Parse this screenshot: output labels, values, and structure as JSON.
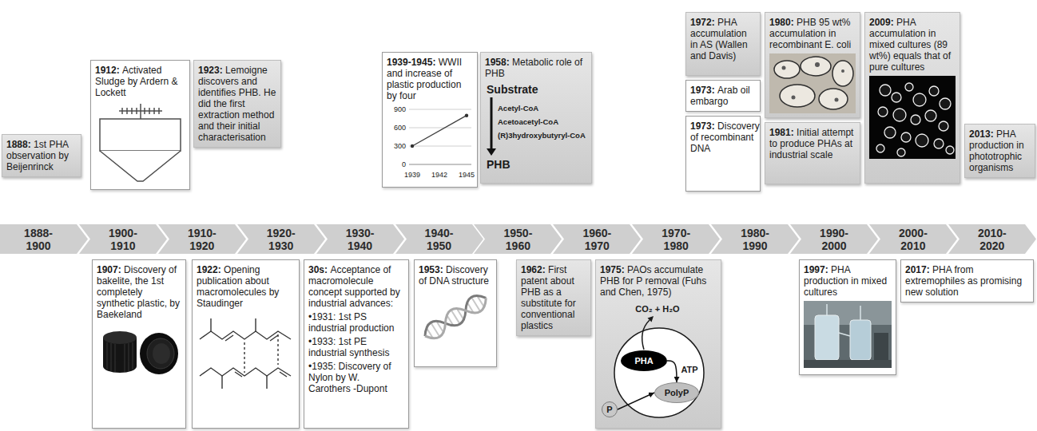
{
  "diagram": {
    "nodes": [
      {
        "text": [
          "1888:",
          "1st PHA observation by Beijenrinck"
        ]
      },
      {
        "text": [
          "1912:",
          "Activated Sludge by Ardern & Lockett"
        ]
      },
      {
        "text": [
          "1923:",
          "Lemoigne discovers and identifies PHB. He did the first extraction method and their initial characterisation"
        ]
      },
      {
        "text": [
          "1939-1945:",
          "WWII and increase of plastic production by four"
        ]
      },
      {
        "text": [
          "1958:",
          "Metabolic role of PHB"
        ]
      },
      {
        "text": [
          "1972:",
          "PHA accumulation in AS (Wallen and Davis)"
        ]
      },
      {
        "text": [
          "1973:",
          "Arab oil embargo"
        ]
      },
      {
        "text": [
          "1973:",
          "Discovery of recombinant DNA"
        ]
      },
      {
        "text": [
          "1980:",
          "PHB 95 wt% accumulation in recombinant E. coli"
        ]
      },
      {
        "text": [
          "1981:",
          "Initial attempt to produce PHAs at industrial scale"
        ]
      },
      {
        "text": [
          "2009:",
          "PHA accumulation in mixed cultures (89 wt%) equals that of pure cultures"
        ]
      },
      {
        "text": [
          "2013:",
          "PHA production in phototrophic organisms"
        ]
      },
      {
        "text": [
          "1888-1900"
        ]
      },
      {
        "text": [
          "1900-1910"
        ]
      },
      {
        "text": [
          "1910-1920"
        ]
      },
      {
        "text": [
          "1920-1930"
        ]
      },
      {
        "text": [
          "1930-1940"
        ]
      },
      {
        "text": [
          "1940-1950"
        ]
      },
      {
        "text": [
          "1950-1960"
        ]
      },
      {
        "text": [
          "1960-1970"
        ]
      },
      {
        "text": [
          "1970-1980"
        ]
      },
      {
        "text": [
          "1980-1990"
        ]
      },
      {
        "text": [
          "1990-2000"
        ]
      },
      {
        "text": [
          "2000-2010"
        ]
      },
      {
        "text": [
          "2010-2020"
        ]
      },
      {
        "text": [
          "1907:",
          "Discovery of bakelite, the 1st completely synthetic plastic, by Baekeland"
        ]
      },
      {
        "text": [
          "1922:",
          "Opening publication about macromolecules by Staudinger"
        ]
      },
      {
        "text": [
          "30s:",
          "Acceptance of macromolecule concept supported by industrial advances:",
          "•1931: 1st PS industrial production",
          "•1933: 1st PE industrial synthesis",
          "•1935: Discovery of Nylon by W. Carothers -Dupont"
        ]
      },
      {
        "text": [
          "1953:",
          "Discovery of DNA structure"
        ]
      },
      {
        "text": [
          "1962:",
          "First patent about PHB as a substitute for conventional plastics"
        ]
      },
      {
        "text": [
          "1975:",
          "PAOs accumulate PHB for P removal (Fuhs and Chen, 1975)"
        ]
      },
      {
        "text": [
          "1997:",
          "PHA production in mixed cultures"
        ]
      },
      {
        "text": [
          "2017:",
          "PHA from extremophiles as promising new solution"
        ]
      },
      {
        "text": [
          "PHA"
        ],
        "in": 30
      },
      {
        "text": [
          "PolyP"
        ],
        "in": 30
      },
      {
        "text": [
          "P"
        ],
        "in": 30
      }
    ],
    "edges": [
      {
        "from": 35,
        "to": 34,
        "arrow": "to"
      },
      {
        "from": 33,
        "to": 34,
        "arrow": "to"
      }
    ],
    "labels": [
      "900",
      "600",
      "300",
      "0",
      "1939",
      "1942",
      "1945",
      "Substrate",
      "Acetyl-CoA",
      "Acetoacetyl-CoA",
      "(R)3hydroxybutyryl-CoA",
      "PHB",
      "CO₂ + H₂O",
      "ATP"
    ]
  }
}
